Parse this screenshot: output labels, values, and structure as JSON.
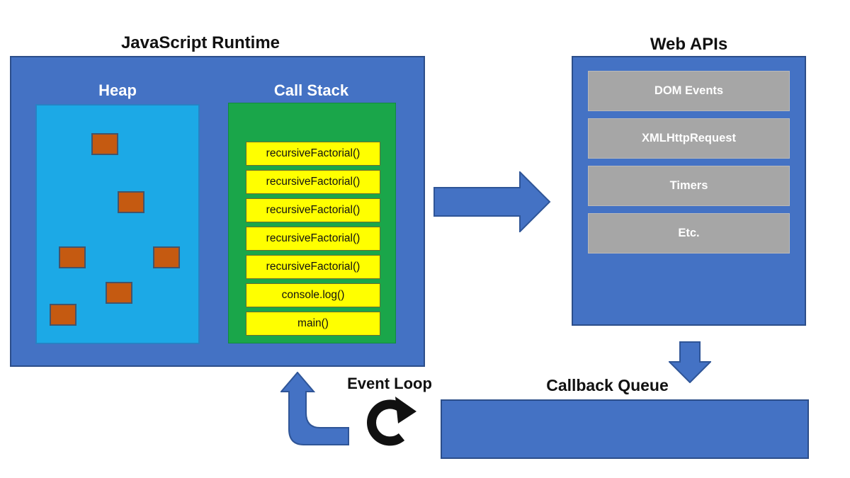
{
  "runtime": {
    "title": "JavaScript Runtime",
    "heap": {
      "title": "Heap",
      "object_count": 6
    },
    "call_stack": {
      "title": "Call Stack",
      "frames": [
        "recursiveFactorial()",
        "recursiveFactorial()",
        "recursiveFactorial()",
        "recursiveFactorial()",
        "recursiveFactorial()",
        "console.log()",
        "main()"
      ]
    }
  },
  "web_apis": {
    "title": "Web APIs",
    "items": [
      "DOM Events",
      "XMLHttpRequest",
      "Timers",
      "Etc."
    ]
  },
  "callback_queue": {
    "title": "Callback Queue"
  },
  "event_loop": {
    "title": "Event Loop"
  },
  "icons": {
    "runtime_to_web_apis": "block-arrow-right",
    "web_apis_to_callback_queue": "block-arrow-down",
    "callback_queue_to_runtime": "elbow-arrow-up",
    "event_loop_cycle": "clockwise-cycle-arrow"
  },
  "colors": {
    "container_blue": "#4472C4",
    "container_border": "#2C4E8A",
    "heap_cyan": "#1CA9E6",
    "stack_green": "#1AA64A",
    "frame_yellow": "#FFFF00",
    "heap_object_orange": "#C55A11",
    "api_gray": "#A6A6A6",
    "arrow_blue": "#4472C4",
    "icon_black": "#111111"
  }
}
